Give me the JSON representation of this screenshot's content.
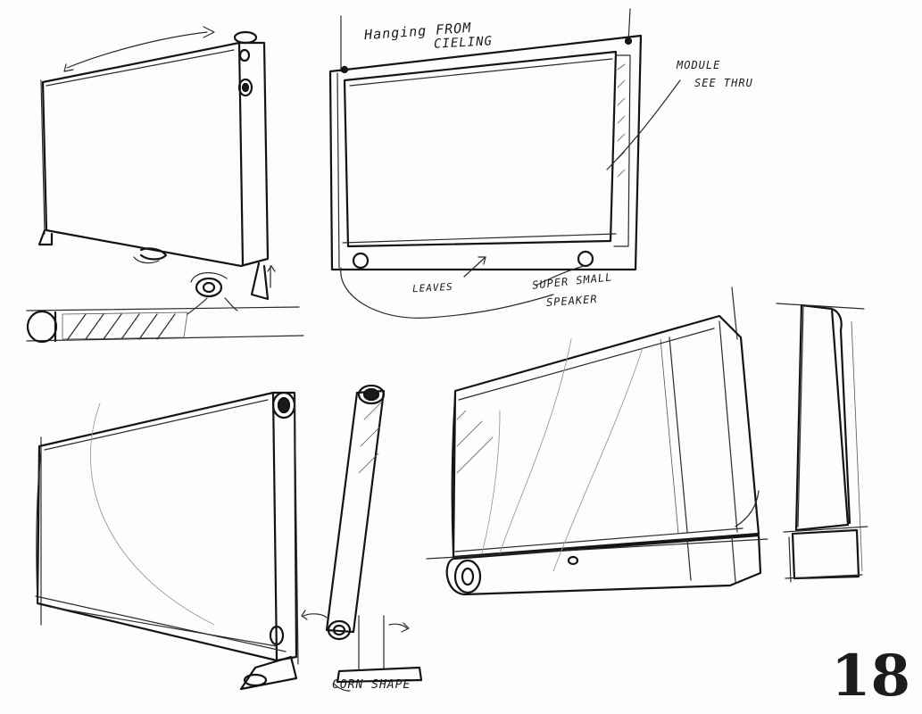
{
  "page": {
    "number": "18"
  },
  "annotations": {
    "hanging_line1": "Hanging FROM",
    "hanging_line2": "CIELING",
    "module_line1": "MODULE",
    "module_line2": "SEE THRU",
    "label_left": "LEAVES",
    "speaker_line1": "SUPER SMALL",
    "speaker_line2": "SPEAKER",
    "stand_shape": "CORN SHAPE"
  }
}
